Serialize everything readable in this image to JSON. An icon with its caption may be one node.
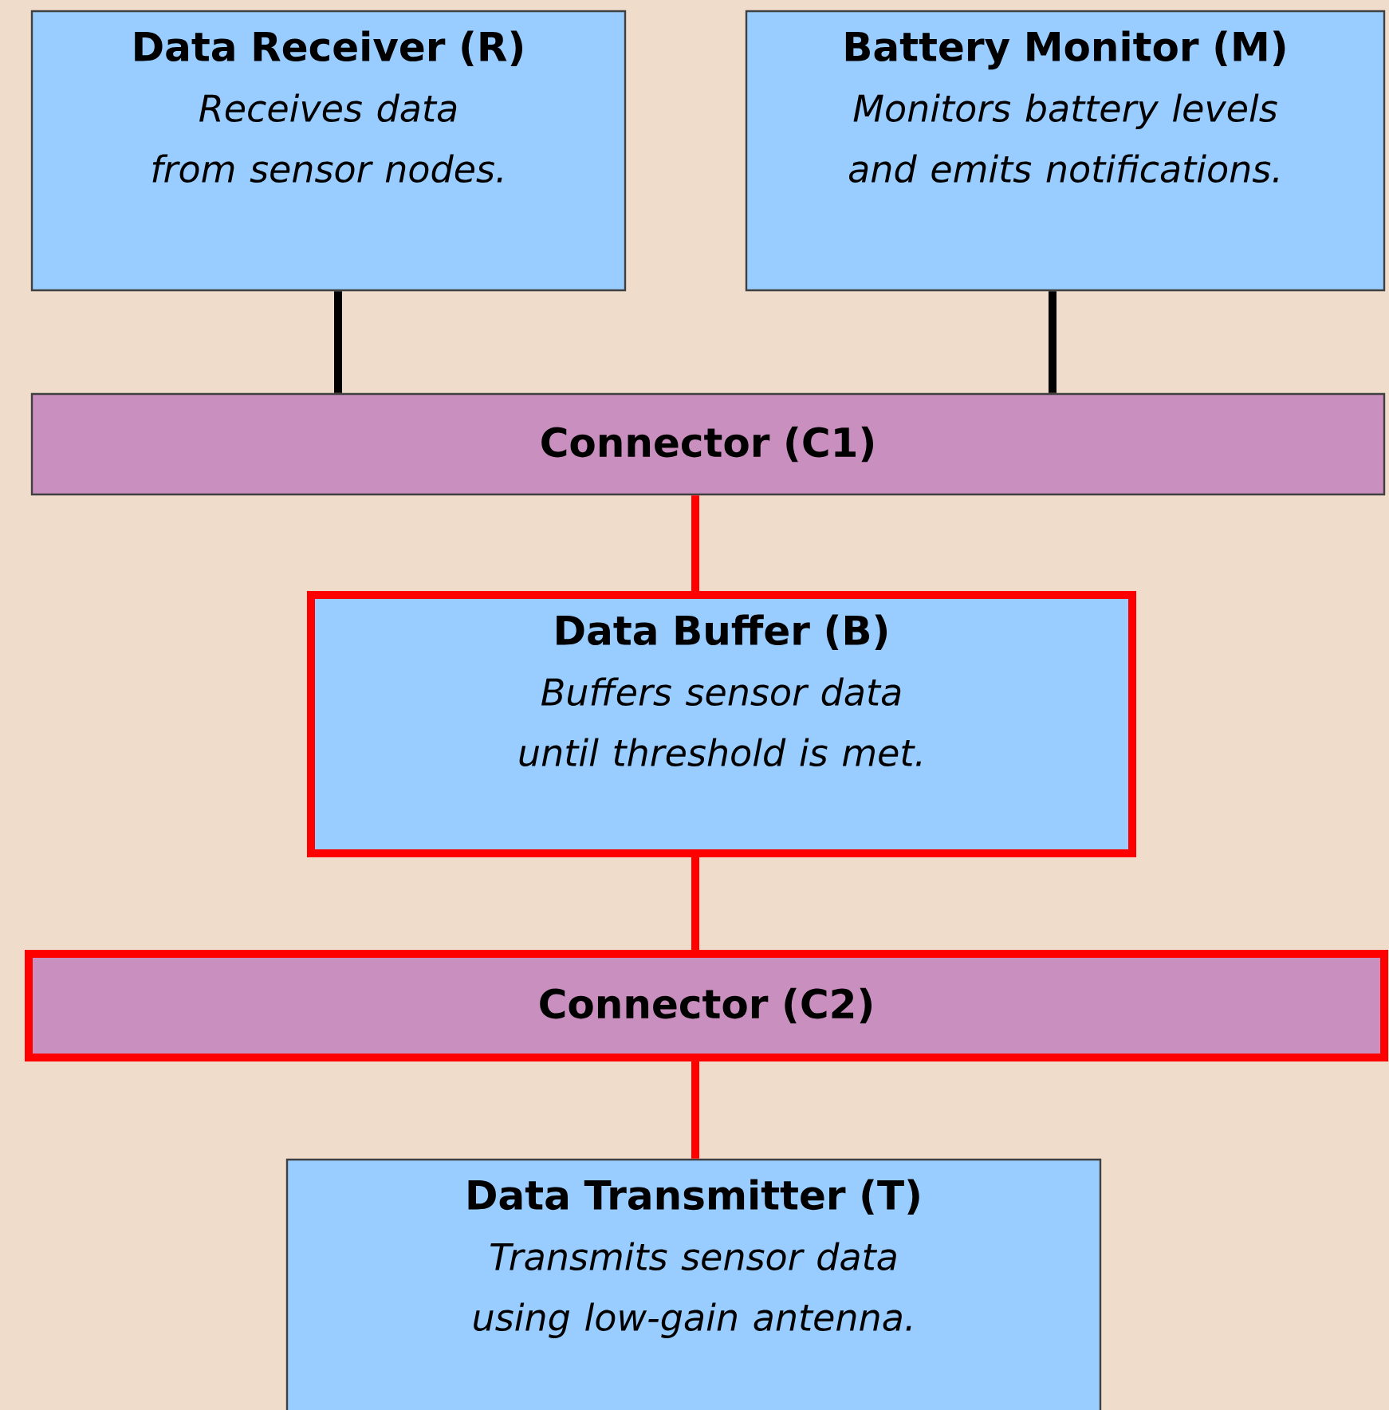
{
  "diagram": {
    "nodes": [
      {
        "text": [
          "Data Receiver (R)",
          "Receives data from sensor nodes."
        ]
      },
      {
        "text": [
          "Battery Monitor (M)",
          "Monitors battery levels and emits notifications."
        ]
      },
      {
        "text": [
          "Connector (C1)"
        ]
      },
      {
        "text": [
          "Data Buffer (B)",
          "Buffers sensor data until threshold is met."
        ]
      },
      {
        "text": [
          "Connector (C2)"
        ]
      },
      {
        "text": [
          "Data Transmitter (T)",
          "Transmits sensor data using low-gain antenna."
        ]
      }
    ],
    "edges": [
      {
        "from": 0,
        "to": 2,
        "arrow": "none",
        "color": "#000000"
      },
      {
        "from": 1,
        "to": 2,
        "arrow": "none",
        "color": "#000000"
      },
      {
        "from": 2,
        "to": 3,
        "arrow": "none"
      },
      {
        "from": 3,
        "to": 4,
        "arrow": "none"
      },
      {
        "from": 4,
        "to": 5,
        "arrow": "none"
      }
    ]
  }
}
